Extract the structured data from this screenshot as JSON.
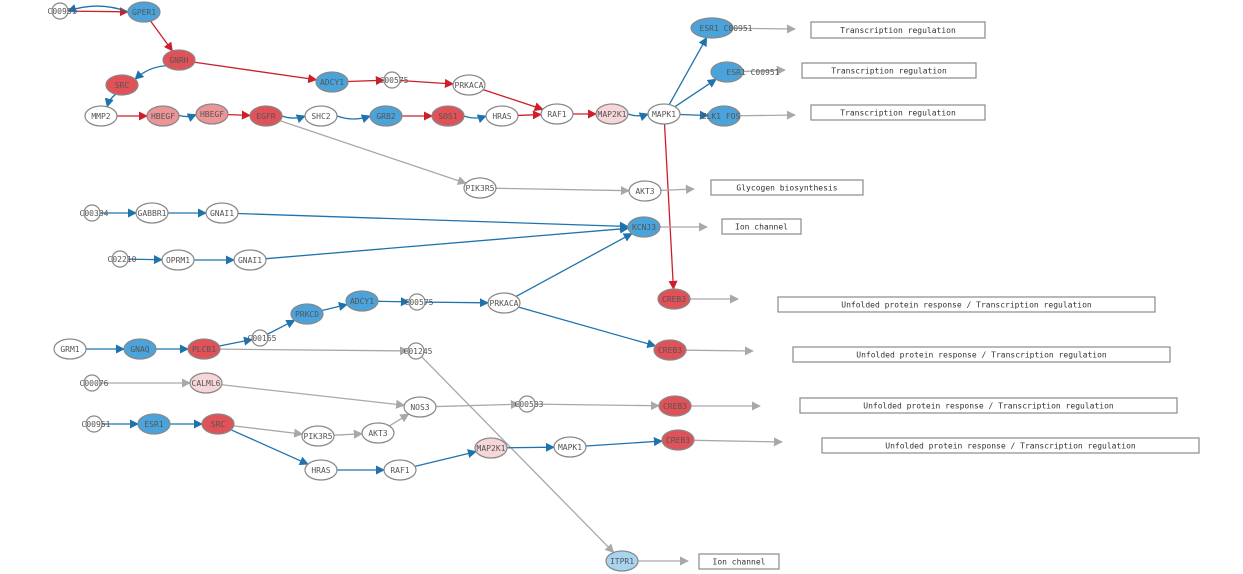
{
  "colors": {
    "up_strong": "#e05258",
    "up_medium": "#ec9496",
    "up_light": "#f6d6d8",
    "down_strong": "#4aa4db",
    "down_light": "#a8d4ef",
    "neutral": "#ffffff",
    "edge_red": "#cc1f2b",
    "edge_blue": "#1f73ad",
    "edge_gray": "#a8a8a8"
  },
  "nodes": [
    {
      "id": "n_c00951_top",
      "label": "C00951",
      "kind": "small",
      "color": "neutral"
    },
    {
      "id": "n_gper1",
      "label": "GPER1",
      "kind": "oval",
      "color": "down_strong"
    },
    {
      "id": "n_gnrh",
      "label": "GNRH",
      "kind": "oval",
      "color": "up_strong"
    },
    {
      "id": "n_src_top",
      "label": "SRC",
      "kind": "oval",
      "color": "up_strong"
    },
    {
      "id": "n_mmp2",
      "label": "MMP2",
      "kind": "oval",
      "color": "neutral"
    },
    {
      "id": "n_hbegf1",
      "label": "HBEGF",
      "kind": "oval",
      "color": "up_medium"
    },
    {
      "id": "n_hbegf2",
      "label": "HBEGF",
      "kind": "oval",
      "color": "up_medium"
    },
    {
      "id": "n_egfr",
      "label": "EGFR",
      "kind": "oval",
      "color": "up_strong"
    },
    {
      "id": "n_shc2",
      "label": "SHC2",
      "kind": "oval",
      "color": "neutral"
    },
    {
      "id": "n_grb2",
      "label": "GRB2",
      "kind": "oval",
      "color": "down_strong"
    },
    {
      "id": "n_sos1",
      "label": "SOS1",
      "kind": "oval",
      "color": "up_strong"
    },
    {
      "id": "n_hras_top",
      "label": "HRAS",
      "kind": "oval",
      "color": "neutral"
    },
    {
      "id": "n_adcy1_top",
      "label": "ADCY1",
      "kind": "oval",
      "color": "down_strong"
    },
    {
      "id": "n_c00575_top",
      "label": "C00575",
      "kind": "small",
      "color": "neutral"
    },
    {
      "id": "n_prkaca_top",
      "label": "PRKACA",
      "kind": "oval",
      "color": "neutral"
    },
    {
      "id": "n_raf1_top",
      "label": "RAF1",
      "kind": "oval",
      "color": "neutral"
    },
    {
      "id": "n_map2k1_top",
      "label": "MAP2K1",
      "kind": "oval",
      "color": "up_light"
    },
    {
      "id": "n_mapk1_top",
      "label": "MAPK1",
      "kind": "oval",
      "color": "neutral"
    },
    {
      "id": "n_esr1_a",
      "label": "ESR1 C00951",
      "kind": "oval",
      "color": "down_strong"
    },
    {
      "id": "n_esr1_b",
      "label": "ESR1 C00951",
      "kind": "oval",
      "color": "down_strong"
    },
    {
      "id": "n_elk1",
      "label": "ELK1 FOS",
      "kind": "oval",
      "color": "down_strong"
    },
    {
      "id": "n_pik3r5_top",
      "label": "PIK3R5",
      "kind": "oval",
      "color": "neutral"
    },
    {
      "id": "n_akt3_top",
      "label": "AKT3",
      "kind": "oval",
      "color": "neutral"
    },
    {
      "id": "n_c00334",
      "label": "C00334",
      "kind": "small",
      "color": "neutral"
    },
    {
      "id": "n_gabbr1",
      "label": "GABBR1",
      "kind": "oval",
      "color": "neutral"
    },
    {
      "id": "n_gnai1_a",
      "label": "GNAI1",
      "kind": "oval",
      "color": "neutral"
    },
    {
      "id": "n_kcnj3",
      "label": "KCNJ3",
      "kind": "oval",
      "color": "down_strong"
    },
    {
      "id": "n_c02210",
      "label": "C02210",
      "kind": "small",
      "color": "neutral"
    },
    {
      "id": "n_oprm1",
      "label": "OPRM1",
      "kind": "oval",
      "color": "neutral"
    },
    {
      "id": "n_gnai1_b",
      "label": "GNAI1",
      "kind": "oval",
      "color": "neutral"
    },
    {
      "id": "n_creb3_a",
      "label": "CREB3",
      "kind": "oval",
      "color": "up_strong"
    },
    {
      "id": "n_prkcd",
      "label": "PRKCD",
      "kind": "oval",
      "color": "down_strong"
    },
    {
      "id": "n_adcy1_mid",
      "label": "ADCY1",
      "kind": "oval",
      "color": "down_strong"
    },
    {
      "id": "n_c00575_mid",
      "label": "C00575",
      "kind": "small",
      "color": "neutral"
    },
    {
      "id": "n_prkaca_mid",
      "label": "PRKACA",
      "kind": "oval",
      "color": "neutral"
    },
    {
      "id": "n_grm1",
      "label": "GRM1",
      "kind": "oval",
      "color": "neutral"
    },
    {
      "id": "n_gnaq",
      "label": "GNAQ",
      "kind": "oval",
      "color": "down_strong"
    },
    {
      "id": "n_plcb1",
      "label": "PLCB1",
      "kind": "oval",
      "color": "up_strong"
    },
    {
      "id": "n_c00165",
      "label": "C00165",
      "kind": "small",
      "color": "neutral"
    },
    {
      "id": "n_c01245",
      "label": "C01245",
      "kind": "small",
      "color": "neutral"
    },
    {
      "id": "n_creb3_b",
      "label": "CREB3",
      "kind": "oval",
      "color": "up_strong"
    },
    {
      "id": "n_c00076",
      "label": "C00076",
      "kind": "small",
      "color": "neutral"
    },
    {
      "id": "n_calml6",
      "label": "CALML6",
      "kind": "oval",
      "color": "up_light"
    },
    {
      "id": "n_nos3",
      "label": "NOS3",
      "kind": "oval",
      "color": "neutral"
    },
    {
      "id": "n_c00533",
      "label": "C00533",
      "kind": "small",
      "color": "neutral"
    },
    {
      "id": "n_creb3_c",
      "label": "CREB3",
      "kind": "oval",
      "color": "up_strong"
    },
    {
      "id": "n_c00951_low",
      "label": "C00951",
      "kind": "small",
      "color": "neutral"
    },
    {
      "id": "n_esr1_low",
      "label": "ESR1",
      "kind": "oval",
      "color": "down_strong"
    },
    {
      "id": "n_src_low",
      "label": "SRC",
      "kind": "oval",
      "color": "up_strong"
    },
    {
      "id": "n_pik3r5_low",
      "label": "PIK3R5",
      "kind": "oval",
      "color": "neutral"
    },
    {
      "id": "n_akt3_low",
      "label": "AKT3",
      "kind": "oval",
      "color": "neutral"
    },
    {
      "id": "n_hras_low",
      "label": "HRAS",
      "kind": "oval",
      "color": "neutral"
    },
    {
      "id": "n_raf1_low",
      "label": "RAF1",
      "kind": "oval",
      "color": "neutral"
    },
    {
      "id": "n_map2k1_low",
      "label": "MAP2K1",
      "kind": "oval",
      "color": "up_light"
    },
    {
      "id": "n_mapk1_low",
      "label": "MAPK1",
      "kind": "oval",
      "color": "neutral"
    },
    {
      "id": "n_creb3_d",
      "label": "CREB3",
      "kind": "oval",
      "color": "up_strong"
    },
    {
      "id": "n_itpr1",
      "label": "ITPR1",
      "kind": "oval",
      "color": "down_light"
    }
  ],
  "boxes": [
    {
      "id": "b1",
      "label": "Transcription regulation"
    },
    {
      "id": "b2",
      "label": "Transcription regulation"
    },
    {
      "id": "b3",
      "label": "Transcription regulation"
    },
    {
      "id": "b4",
      "label": "Glycogen biosynthesis"
    },
    {
      "id": "b5",
      "label": "Ion channel"
    },
    {
      "id": "b6",
      "label": "Unfolded protein response / Transcription regulation"
    },
    {
      "id": "b7",
      "label": "Unfolded protein response / Transcription regulation"
    },
    {
      "id": "b8",
      "label": "Unfolded protein response / Transcription regulation"
    },
    {
      "id": "b9",
      "label": "Unfolded protein response / Transcription regulation"
    },
    {
      "id": "b10",
      "label": "Ion channel"
    }
  ],
  "edges": [
    {
      "from": "n_c00951_top",
      "to": "n_gper1",
      "type": "red"
    },
    {
      "from": "n_gper1",
      "to": "n_c00951_top",
      "type": "blue",
      "curve": true
    },
    {
      "from": "n_gper1",
      "to": "n_gnrh",
      "type": "red"
    },
    {
      "from": "n_gnrh",
      "to": "n_src_top",
      "type": "blue",
      "curve": true
    },
    {
      "from": "n_gnrh",
      "to": "n_adcy1_top",
      "type": "red"
    },
    {
      "from": "n_src_top",
      "to": "n_mmp2",
      "type": "blue",
      "curve": true
    },
    {
      "from": "n_mmp2",
      "to": "n_hbegf1",
      "type": "red"
    },
    {
      "from": "n_hbegf1",
      "to": "n_hbegf2",
      "type": "blue",
      "curve": true
    },
    {
      "from": "n_hbegf2",
      "to": "n_egfr",
      "type": "red"
    },
    {
      "from": "n_egfr",
      "to": "n_shc2",
      "type": "blue",
      "curve": true
    },
    {
      "from": "n_egfr",
      "to": "n_pik3r5_top",
      "type": "gray"
    },
    {
      "from": "n_shc2",
      "to": "n_grb2",
      "type": "blue",
      "curve": true
    },
    {
      "from": "n_grb2",
      "to": "n_sos1",
      "type": "red"
    },
    {
      "from": "n_sos1",
      "to": "n_hras_top",
      "type": "blue",
      "curve": true
    },
    {
      "from": "n_hras_top",
      "to": "n_raf1_top",
      "type": "red"
    },
    {
      "from": "n_adcy1_top",
      "to": "n_c00575_top",
      "type": "red"
    },
    {
      "from": "n_c00575_top",
      "to": "n_prkaca_top",
      "type": "red"
    },
    {
      "from": "n_prkaca_top",
      "to": "n_raf1_top",
      "type": "red"
    },
    {
      "from": "n_raf1_top",
      "to": "n_map2k1_top",
      "type": "red"
    },
    {
      "from": "n_map2k1_top",
      "to": "n_mapk1_top",
      "type": "blue",
      "curve": true
    },
    {
      "from": "n_mapk1_top",
      "to": "n_esr1_a",
      "type": "blue"
    },
    {
      "from": "n_mapk1_top",
      "to": "n_esr1_b",
      "type": "blue"
    },
    {
      "from": "n_mapk1_top",
      "to": "n_elk1",
      "type": "blue"
    },
    {
      "from": "n_mapk1_top",
      "to": "n_creb3_a",
      "type": "red"
    },
    {
      "from": "n_esr1_a",
      "to": "b1",
      "type": "gray"
    },
    {
      "from": "n_esr1_b",
      "to": "b2",
      "type": "gray"
    },
    {
      "from": "n_elk1",
      "to": "b3",
      "type": "gray"
    },
    {
      "from": "n_pik3r5_top",
      "to": "n_akt3_top",
      "type": "gray"
    },
    {
      "from": "n_akt3_top",
      "to": "b4",
      "type": "gray"
    },
    {
      "from": "n_c00334",
      "to": "n_gabbr1",
      "type": "blue"
    },
    {
      "from": "n_gabbr1",
      "to": "n_gnai1_a",
      "type": "blue"
    },
    {
      "from": "n_gnai1_a",
      "to": "n_kcnj3",
      "type": "blue"
    },
    {
      "from": "n_c02210",
      "to": "n_oprm1",
      "type": "blue"
    },
    {
      "from": "n_oprm1",
      "to": "n_gnai1_b",
      "type": "blue"
    },
    {
      "from": "n_gnai1_b",
      "to": "n_kcnj3",
      "type": "blue"
    },
    {
      "from": "n_kcnj3",
      "to": "b5",
      "type": "gray"
    },
    {
      "from": "n_creb3_a",
      "to": "b6",
      "type": "gray"
    },
    {
      "from": "n_grm1",
      "to": "n_gnaq",
      "type": "blue"
    },
    {
      "from": "n_gnaq",
      "to": "n_plcb1",
      "type": "blue"
    },
    {
      "from": "n_plcb1",
      "to": "n_c00165",
      "type": "blue"
    },
    {
      "from": "n_plcb1",
      "to": "n_c01245",
      "type": "gray"
    },
    {
      "from": "n_c00165",
      "to": "n_prkcd",
      "type": "blue"
    },
    {
      "from": "n_prkcd",
      "to": "n_adcy1_mid",
      "type": "blue"
    },
    {
      "from": "n_adcy1_mid",
      "to": "n_c00575_mid",
      "type": "blue"
    },
    {
      "from": "n_c00575_mid",
      "to": "n_prkaca_mid",
      "type": "blue"
    },
    {
      "from": "n_prkaca_mid",
      "to": "n_kcnj3",
      "type": "blue"
    },
    {
      "from": "n_prkaca_mid",
      "to": "n_creb3_b",
      "type": "blue"
    },
    {
      "from": "n_creb3_b",
      "to": "b7",
      "type": "gray"
    },
    {
      "from": "n_c01245",
      "to": "n_itpr1",
      "type": "gray"
    },
    {
      "from": "n_c00076",
      "to": "n_calml6",
      "type": "gray"
    },
    {
      "from": "n_calml6",
      "to": "n_nos3",
      "type": "gray"
    },
    {
      "from": "n_nos3",
      "to": "n_c00533",
      "type": "gray"
    },
    {
      "from": "n_c00533",
      "to": "n_creb3_c",
      "type": "gray"
    },
    {
      "from": "n_creb3_c",
      "to": "b8",
      "type": "gray"
    },
    {
      "from": "n_c00951_low",
      "to": "n_esr1_low",
      "type": "blue"
    },
    {
      "from": "n_esr1_low",
      "to": "n_src_low",
      "type": "blue"
    },
    {
      "from": "n_src_low",
      "to": "n_pik3r5_low",
      "type": "gray"
    },
    {
      "from": "n_src_low",
      "to": "n_hras_low",
      "type": "blue"
    },
    {
      "from": "n_pik3r5_low",
      "to": "n_akt3_low",
      "type": "gray"
    },
    {
      "from": "n_akt3_low",
      "to": "n_nos3",
      "type": "gray"
    },
    {
      "from": "n_hras_low",
      "to": "n_raf1_low",
      "type": "blue"
    },
    {
      "from": "n_raf1_low",
      "to": "n_map2k1_low",
      "type": "blue"
    },
    {
      "from": "n_map2k1_low",
      "to": "n_mapk1_low",
      "type": "blue"
    },
    {
      "from": "n_mapk1_low",
      "to": "n_creb3_d",
      "type": "blue"
    },
    {
      "from": "n_creb3_d",
      "to": "b9",
      "type": "gray"
    },
    {
      "from": "n_itpr1",
      "to": "b10",
      "type": "gray"
    }
  ]
}
